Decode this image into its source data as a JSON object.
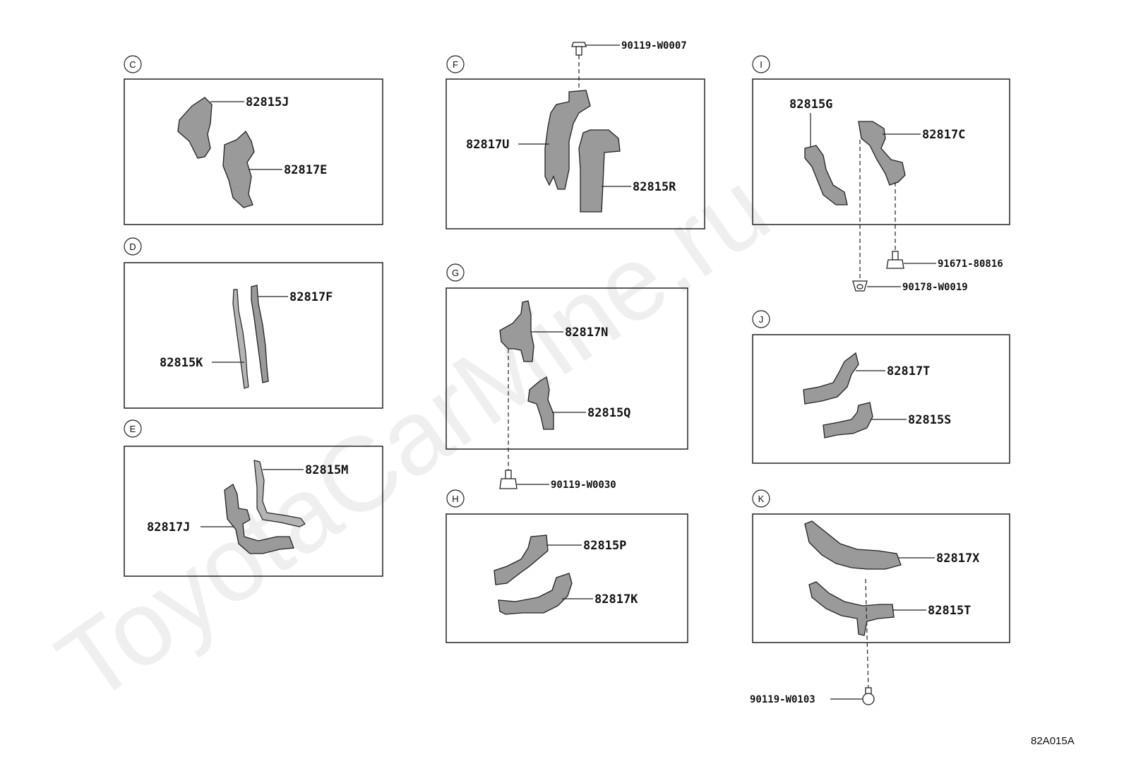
{
  "watermark": "ToyotaCarMine.ru",
  "diagram_code": "82A015A",
  "sections": {
    "C": {
      "letter": "C",
      "parts": [
        "82815J",
        "82817E"
      ]
    },
    "D": {
      "letter": "D",
      "parts": [
        "82817F",
        "82815K"
      ]
    },
    "E": {
      "letter": "E",
      "parts": [
        "82815M",
        "82817J"
      ]
    },
    "F": {
      "letter": "F",
      "parts": [
        "82817U",
        "82815R"
      ],
      "fasteners": [
        "90119-W0007"
      ]
    },
    "G": {
      "letter": "G",
      "parts": [
        "82817N",
        "82815Q"
      ],
      "fasteners": [
        "90119-W0030"
      ]
    },
    "H": {
      "letter": "H",
      "parts": [
        "82815P",
        "82817K"
      ]
    },
    "I": {
      "letter": "I",
      "parts": [
        "82815G",
        "82817C"
      ],
      "fasteners": [
        "91671-80816",
        "90178-W0019"
      ]
    },
    "J": {
      "letter": "J",
      "parts": [
        "82817T",
        "82815S"
      ]
    },
    "K": {
      "letter": "K",
      "parts": [
        "82817X",
        "82815T"
      ],
      "fasteners": [
        "90119-W0103"
      ]
    }
  }
}
